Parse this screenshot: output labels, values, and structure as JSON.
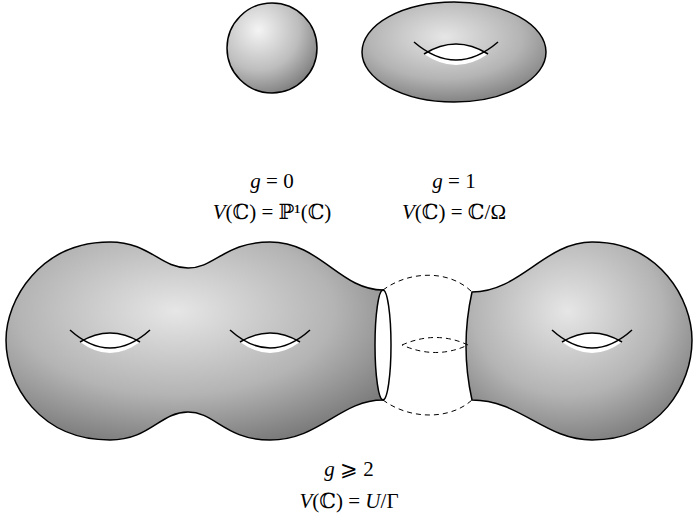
{
  "diagram": {
    "labels": [
      "g = 0",
      "V(ℂ) = ℙ¹(ℂ)",
      "g = 1",
      "V(ℂ) = ℂ/Ω",
      "g ⩾ 2",
      "V(ℂ) = U/Γ"
    ]
  }
}
